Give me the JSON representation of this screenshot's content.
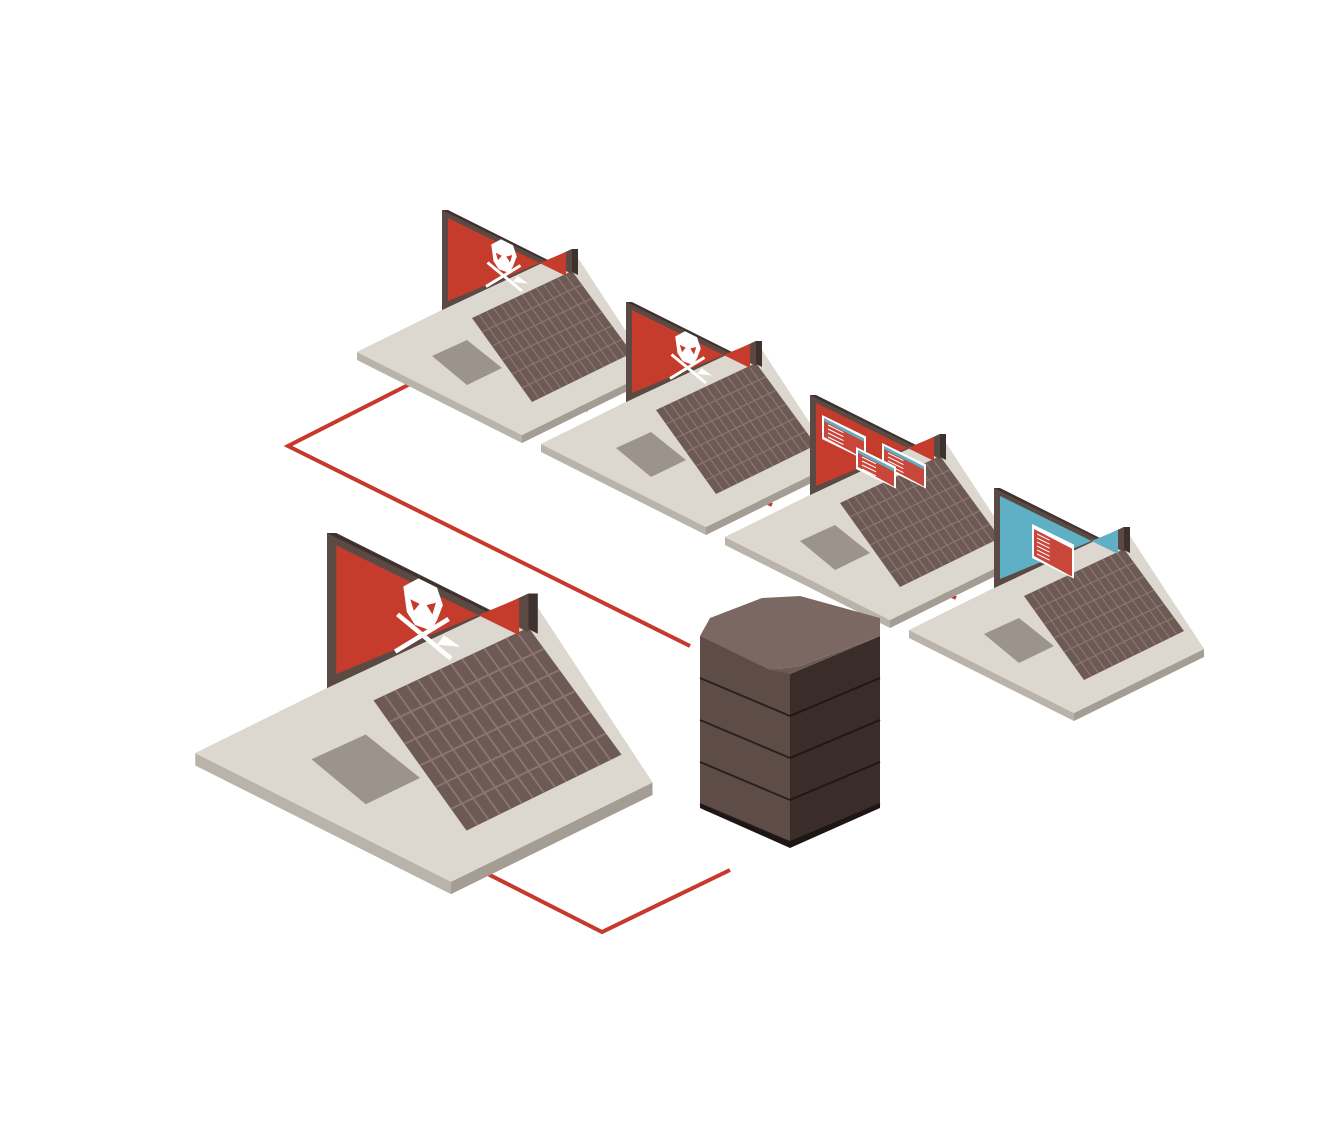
{
  "diagram": {
    "description_hidden": "",
    "colors": {
      "background": "#ffffff",
      "wire": "#c8392d",
      "screen_infected": "#c63c2c",
      "screen_clean": "#5fb0c5",
      "bezel": "#5b4a44",
      "bezel_edge": "#3f322e",
      "deck": "#dcd7cf",
      "deck_side": "#b9b3aa",
      "keyboard": "#6e5a55",
      "key": "#8b7671",
      "touchpad": "#9c948c",
      "server_top": "#7b6862",
      "server_left": "#5e4c47",
      "server_right": "#3a2c29",
      "server_led": "#e04534",
      "skull": "#ffffff"
    },
    "nodes": [
      {
        "id": "laptop-infected-1",
        "kind": "laptop",
        "screen_icon": "skull-crossbones-icon",
        "state": "infected"
      },
      {
        "id": "laptop-infected-2",
        "kind": "laptop",
        "screen_icon": "skull-crossbones-icon",
        "state": "infected"
      },
      {
        "id": "laptop-code-windows",
        "kind": "laptop",
        "screen_icon": "code-windows-icon",
        "state": "infected"
      },
      {
        "id": "laptop-clean",
        "kind": "laptop",
        "screen_icon": "code-window-icon",
        "state": "clean"
      },
      {
        "id": "laptop-infected-large",
        "kind": "laptop",
        "screen_icon": "skull-crossbones-icon",
        "state": "infected"
      },
      {
        "id": "server",
        "kind": "server-stack",
        "units": 4
      }
    ],
    "links": [
      {
        "from": "laptop-infected-1",
        "to": "server"
      },
      {
        "from": "laptop-infected-1",
        "to": "laptop-infected-2"
      },
      {
        "from": "laptop-infected-2",
        "to": "laptop-code-windows"
      },
      {
        "from": "laptop-code-windows",
        "to": "laptop-clean"
      },
      {
        "from": "laptop-infected-large",
        "to": "server"
      }
    ]
  }
}
